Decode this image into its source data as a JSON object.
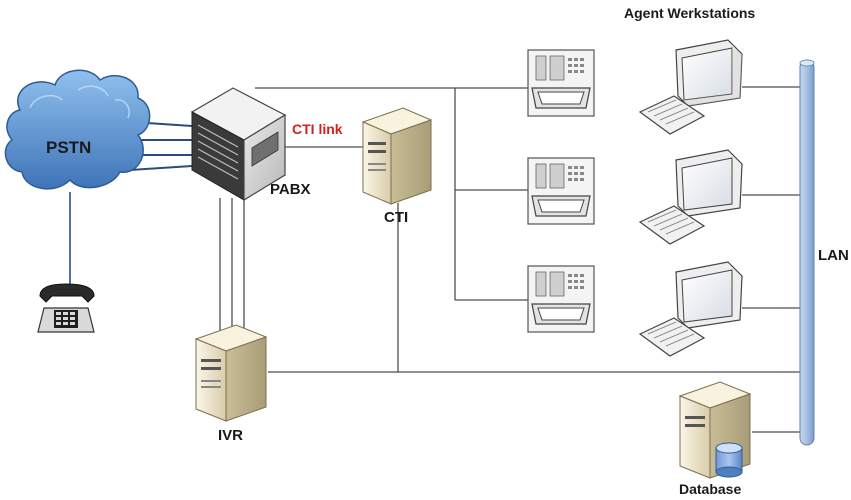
{
  "labels": {
    "pstn": "PSTN",
    "pabx": "PABX",
    "cti_link": "CTI link",
    "cti": "CTI",
    "ivr": "IVR",
    "lan": "LAN",
    "agent_workstations": "Agent Werkstations",
    "database": "Database"
  },
  "colors": {
    "cti_link": "#d42020",
    "cloud": "#4f86c6",
    "lan_bus": "#9db8da",
    "line": "#4d4d4d",
    "pstn_line": "#2c4a80",
    "server": "#efe6cc"
  },
  "icons": {
    "cloud": "cloud-icon",
    "phone": "telephone-icon",
    "pabx": "pabx-switch-icon",
    "server": "server-tower-icon",
    "desk_phone": "desk-phone-icon",
    "workstation": "workstation-icon",
    "database": "database-server-icon"
  }
}
